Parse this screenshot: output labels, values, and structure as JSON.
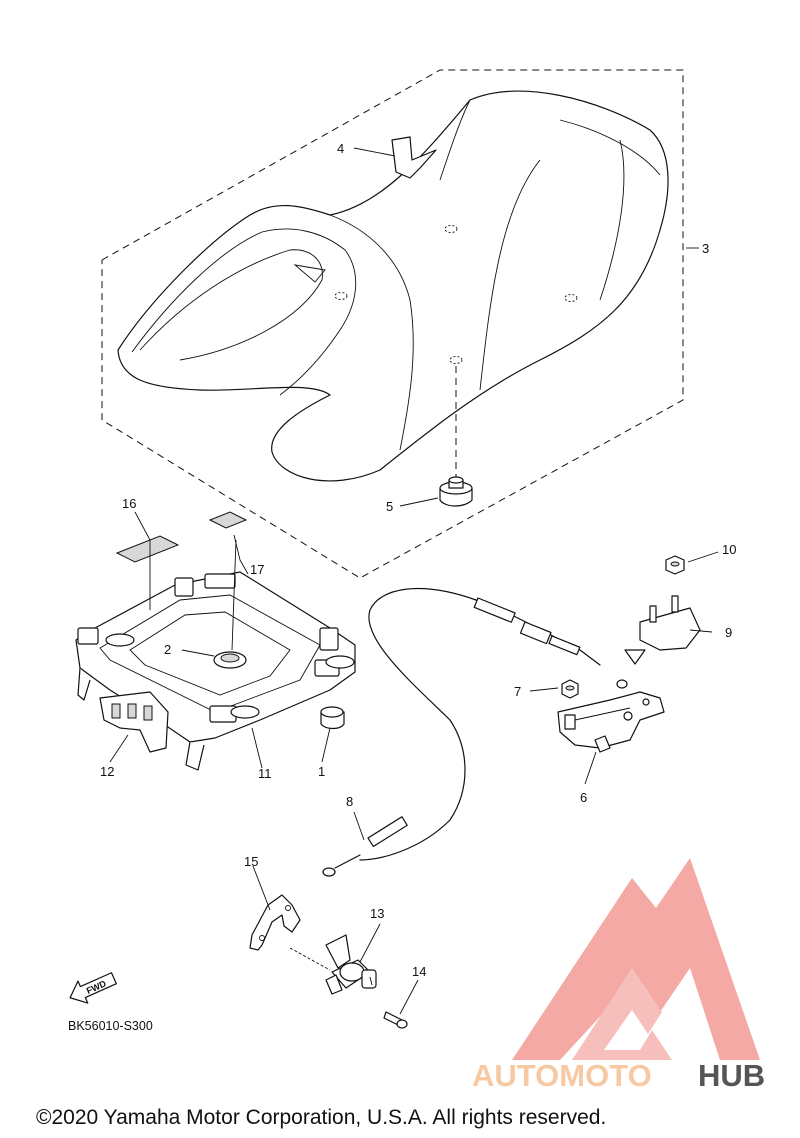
{
  "callouts": [
    {
      "id": "1",
      "label": "1"
    },
    {
      "id": "2",
      "label": "2"
    },
    {
      "id": "3",
      "label": "3"
    },
    {
      "id": "4",
      "label": "4"
    },
    {
      "id": "5",
      "label": "5"
    },
    {
      "id": "6",
      "label": "6"
    },
    {
      "id": "7",
      "label": "7"
    },
    {
      "id": "8",
      "label": "8"
    },
    {
      "id": "9",
      "label": "9"
    },
    {
      "id": "10",
      "label": "10"
    },
    {
      "id": "11",
      "label": "11"
    },
    {
      "id": "12",
      "label": "12"
    },
    {
      "id": "13",
      "label": "13"
    },
    {
      "id": "14",
      "label": "14"
    },
    {
      "id": "15",
      "label": "15"
    },
    {
      "id": "16",
      "label": "16"
    },
    {
      "id": "17",
      "label": "17"
    }
  ],
  "fwd_label": "FWD",
  "diagram_code": "BK56010-S300",
  "copyright": "©2020 Yamaha Motor Corporation, U.S.A. All rights reserved.",
  "watermark": {
    "part1": "AUTOMOTO",
    "part2": "HUB",
    "color_primary": "#f3a09b",
    "color_secondary": "#f7c9a3",
    "color_dark": "#555555"
  }
}
